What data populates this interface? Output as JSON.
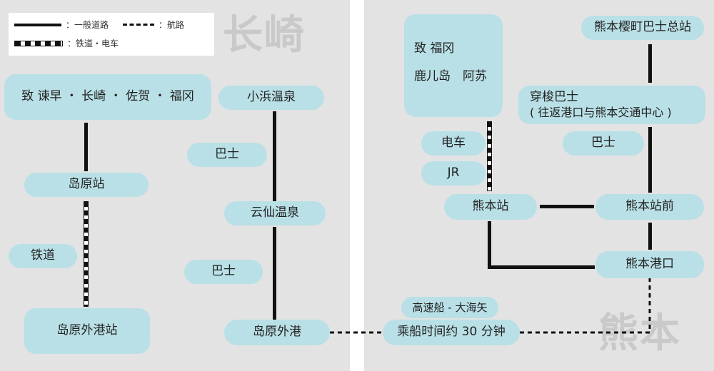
{
  "legend": {
    "road": "：一般道路",
    "sea": "：航路",
    "rail": "：铁道・电车"
  },
  "regions": {
    "nagasaki": "长崎",
    "kumamoto": "熊本"
  },
  "left": {
    "destinations": "致 谏早 ・ 长崎 ・ 佐贺 ・ 福冈",
    "shimabara_station": "岛原站",
    "railway_label": "铁道",
    "shimabara_port_station": "岛原外港站",
    "obama_onsen": "小浜温泉",
    "bus_label_1": "巴士",
    "unzen_onsen": "云仙温泉",
    "bus_label_2": "巴士",
    "shimabara_port": "岛原外港"
  },
  "ferry": {
    "operator": "高速船 - 大海矢",
    "duration": "乘船时间约 30 分钟"
  },
  "right": {
    "to_fukuoka": "致 福冈",
    "kagoshima_aso": "鹿儿岛　阿苏",
    "tram_label": "电车",
    "jr_label": "JR",
    "kumamoto_station": "熊本站",
    "sakuramachi_terminal": "熊本樱町巴士总站",
    "shuttle_title": "穿梭巴士",
    "shuttle_note": "( 往返港口与熊本交通中心 )",
    "bus_label": "巴士",
    "kumamoto_station_front": "熊本站前",
    "kumamoto_port": "熊本港口"
  }
}
